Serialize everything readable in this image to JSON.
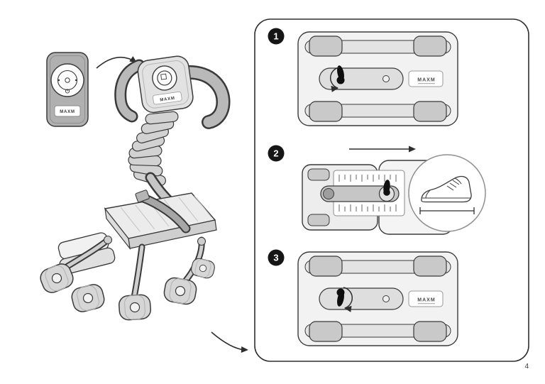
{
  "page": {
    "number": "4"
  },
  "brand": {
    "name": "MAXM"
  },
  "instructions": {
    "steps": [
      {
        "number": "1"
      },
      {
        "number": "2"
      },
      {
        "number": "3"
      }
    ]
  },
  "colors": {
    "ink": "#3a3a3a",
    "badge": "#161616",
    "panel_border": "#2f2f2f",
    "light_gray": "#efefef",
    "mid_gray": "#c9c9c9",
    "dark_gray": "#a0a0a0",
    "white": "#ffffff"
  }
}
